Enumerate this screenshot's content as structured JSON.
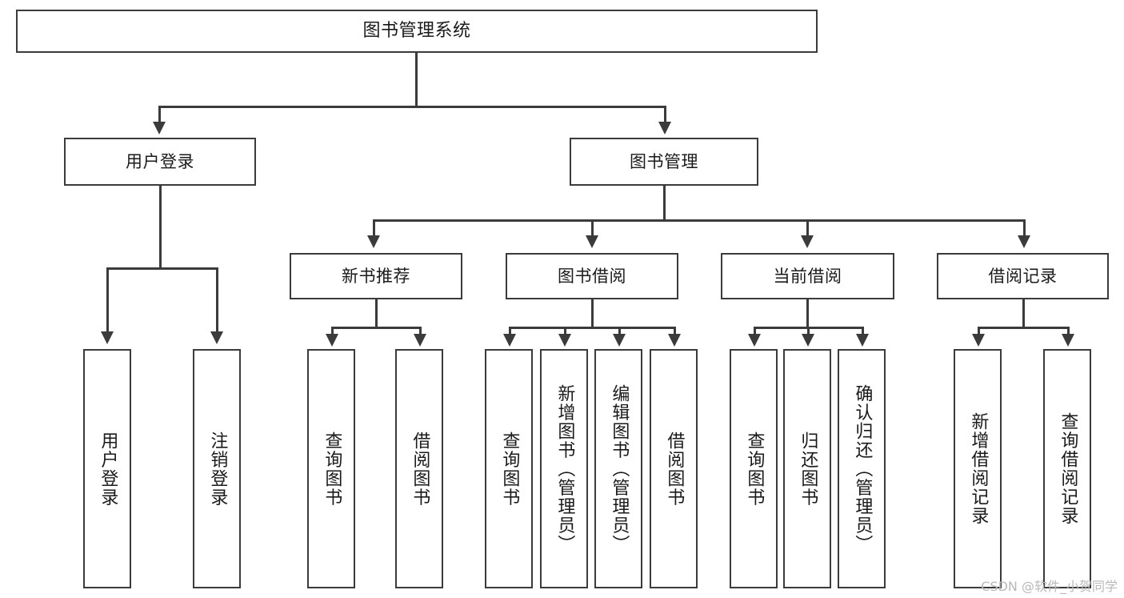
{
  "diagram": {
    "title": "图书管理系统",
    "watermark": "CSDN @软件_小贺同学",
    "colors": {
      "stroke": "#3b3b3b",
      "fill": "#ffffff",
      "text": "#1a1a1a",
      "watermark": "#b9b9b9"
    },
    "nodes": {
      "root": "图书管理系统",
      "level1": {
        "user_login": "用户登录",
        "book_manage": "图书管理"
      },
      "level2": {
        "new_book_rec": "新书推荐",
        "book_borrow": "图书借阅",
        "current_borrow": "当前借阅",
        "borrow_record": "借阅记录"
      },
      "leaves": {
        "user_login_children": [
          "用户登录",
          "注销登录"
        ],
        "new_book_rec_children": [
          "查询图书",
          "借阅图书"
        ],
        "book_borrow_children": [
          "查询图书",
          "新增图书（管理员）",
          "编辑图书（管理员）",
          "借阅图书"
        ],
        "current_borrow_children": [
          "查询图书",
          "归还图书",
          "确认归还（管理员）"
        ],
        "borrow_record_children": [
          "新增借阅记录",
          "查询借阅记录"
        ]
      }
    }
  }
}
